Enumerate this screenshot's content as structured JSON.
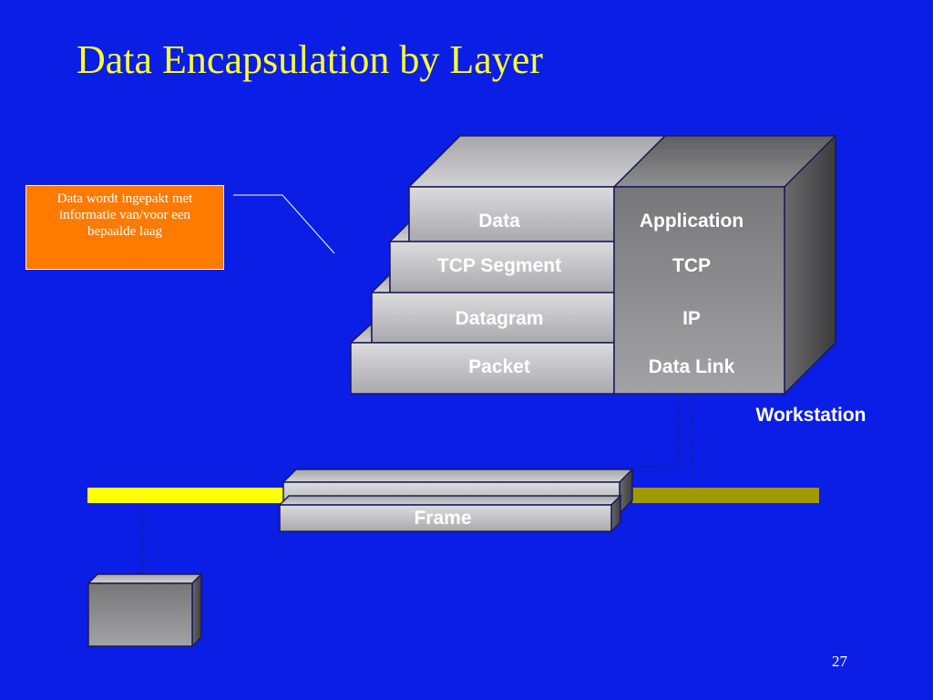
{
  "slide": {
    "title": "Data Encapsulation by Layer",
    "callout_text": "Data wordt ingepakt met informatie van/voor een bepaalde laag",
    "page_number": "27"
  },
  "stack": {
    "layers": [
      {
        "unit": "Data",
        "protocol": "Application"
      },
      {
        "unit": "TCP Segment",
        "protocol": "TCP"
      },
      {
        "unit": "Datagram",
        "protocol": "IP"
      },
      {
        "unit": "Packet",
        "protocol": "Data Link"
      }
    ],
    "label": "Workstation"
  },
  "network": {
    "frame_label": "Frame"
  },
  "colors": {
    "background": "#0a1ee6",
    "title": "#ffff33",
    "callout_fill": "#ff7b00",
    "bus_left": "#ffff00",
    "bus_right": "#a09a00",
    "box_fill": "#c9c9cc",
    "box_dark": "#707073"
  }
}
